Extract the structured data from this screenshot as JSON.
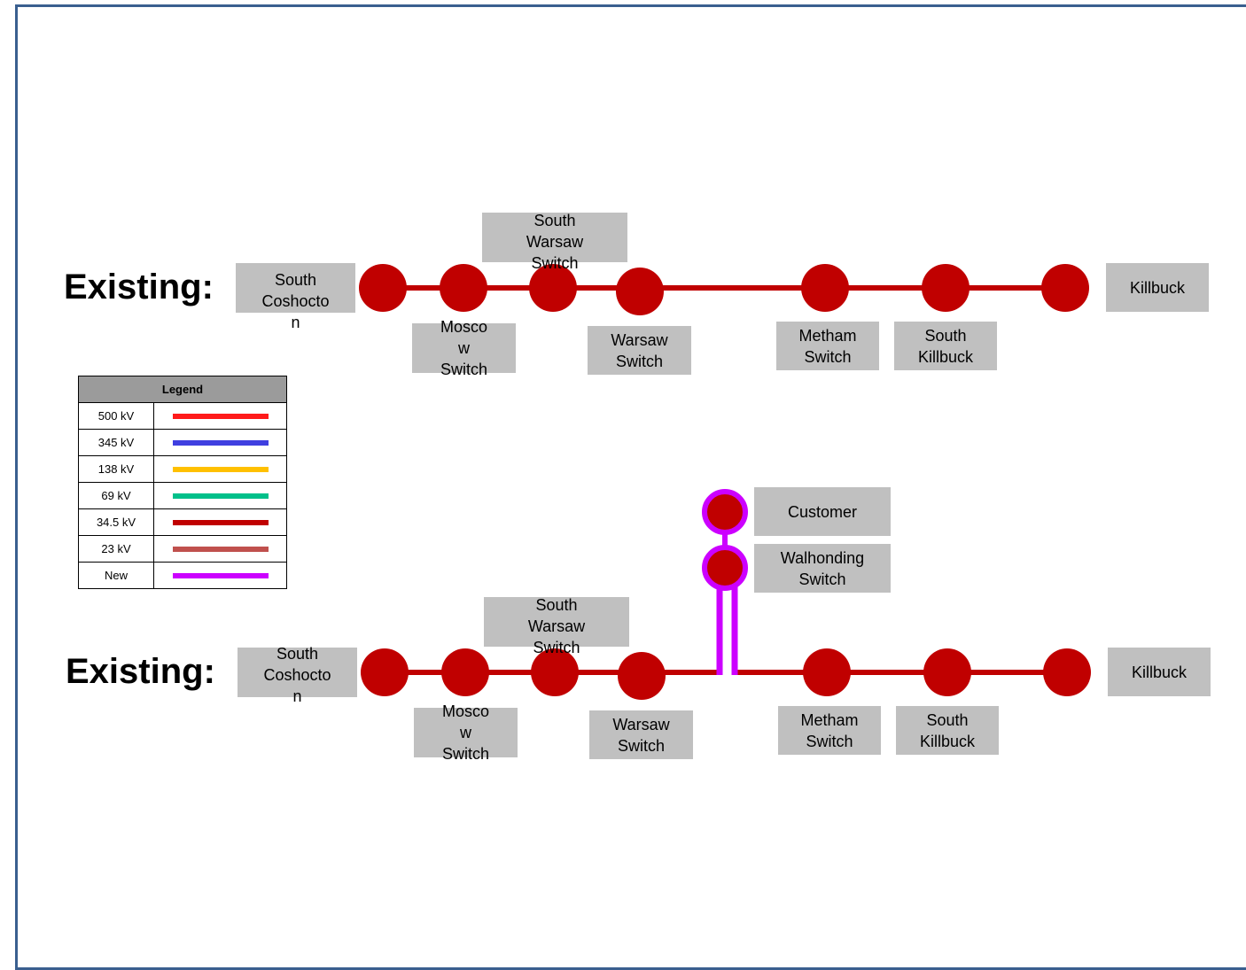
{
  "diagrams": [
    {
      "heading": "Existing:",
      "labels": {
        "south_coshocton": "South\nCoshocto\nn",
        "moscow_switch": "Mosco\nw\nSwitch",
        "south_warsaw_switch": "South\nWarsaw\nSwitch",
        "warsaw_switch": "Warsaw\nSwitch",
        "metham_switch": "Metham\nSwitch",
        "south_killbuck": "South\nKillbuck",
        "killbuck": "Killbuck"
      }
    },
    {
      "heading": "Existing:",
      "labels": {
        "south_coshocton": "South\nCoshocto\nn",
        "moscow_switch": "Mosco\nw\nSwitch",
        "south_warsaw_switch": "South\nWarsaw\nSwitch",
        "warsaw_switch": "Warsaw\nSwitch",
        "metham_switch": "Metham\nSwitch",
        "south_killbuck": "South\nKillbuck",
        "killbuck": "Killbuck",
        "customer": "Customer",
        "walhonding_switch": "Walhonding\nSwitch"
      }
    }
  ],
  "legend": {
    "title": "Legend",
    "entries": [
      {
        "label": "500 kV",
        "color": "#ff1a1a"
      },
      {
        "label": "345 kV",
        "color": "#3f3fe0"
      },
      {
        "label": "138 kV",
        "color": "#ffc000"
      },
      {
        "label": "69 kV",
        "color": "#00c08a"
      },
      {
        "label": "34.5 kV",
        "color": "#c00000"
      },
      {
        "label": "23 kV",
        "color": "#c0504d"
      },
      {
        "label": "New",
        "color": "#cc00ff"
      }
    ]
  },
  "colors": {
    "line_34_5kv": "#c00000",
    "node_fill": "#c00000",
    "new_line": "#cc00ff",
    "label_bg": "#c0c0c0",
    "frame": "#3a5f8f"
  }
}
